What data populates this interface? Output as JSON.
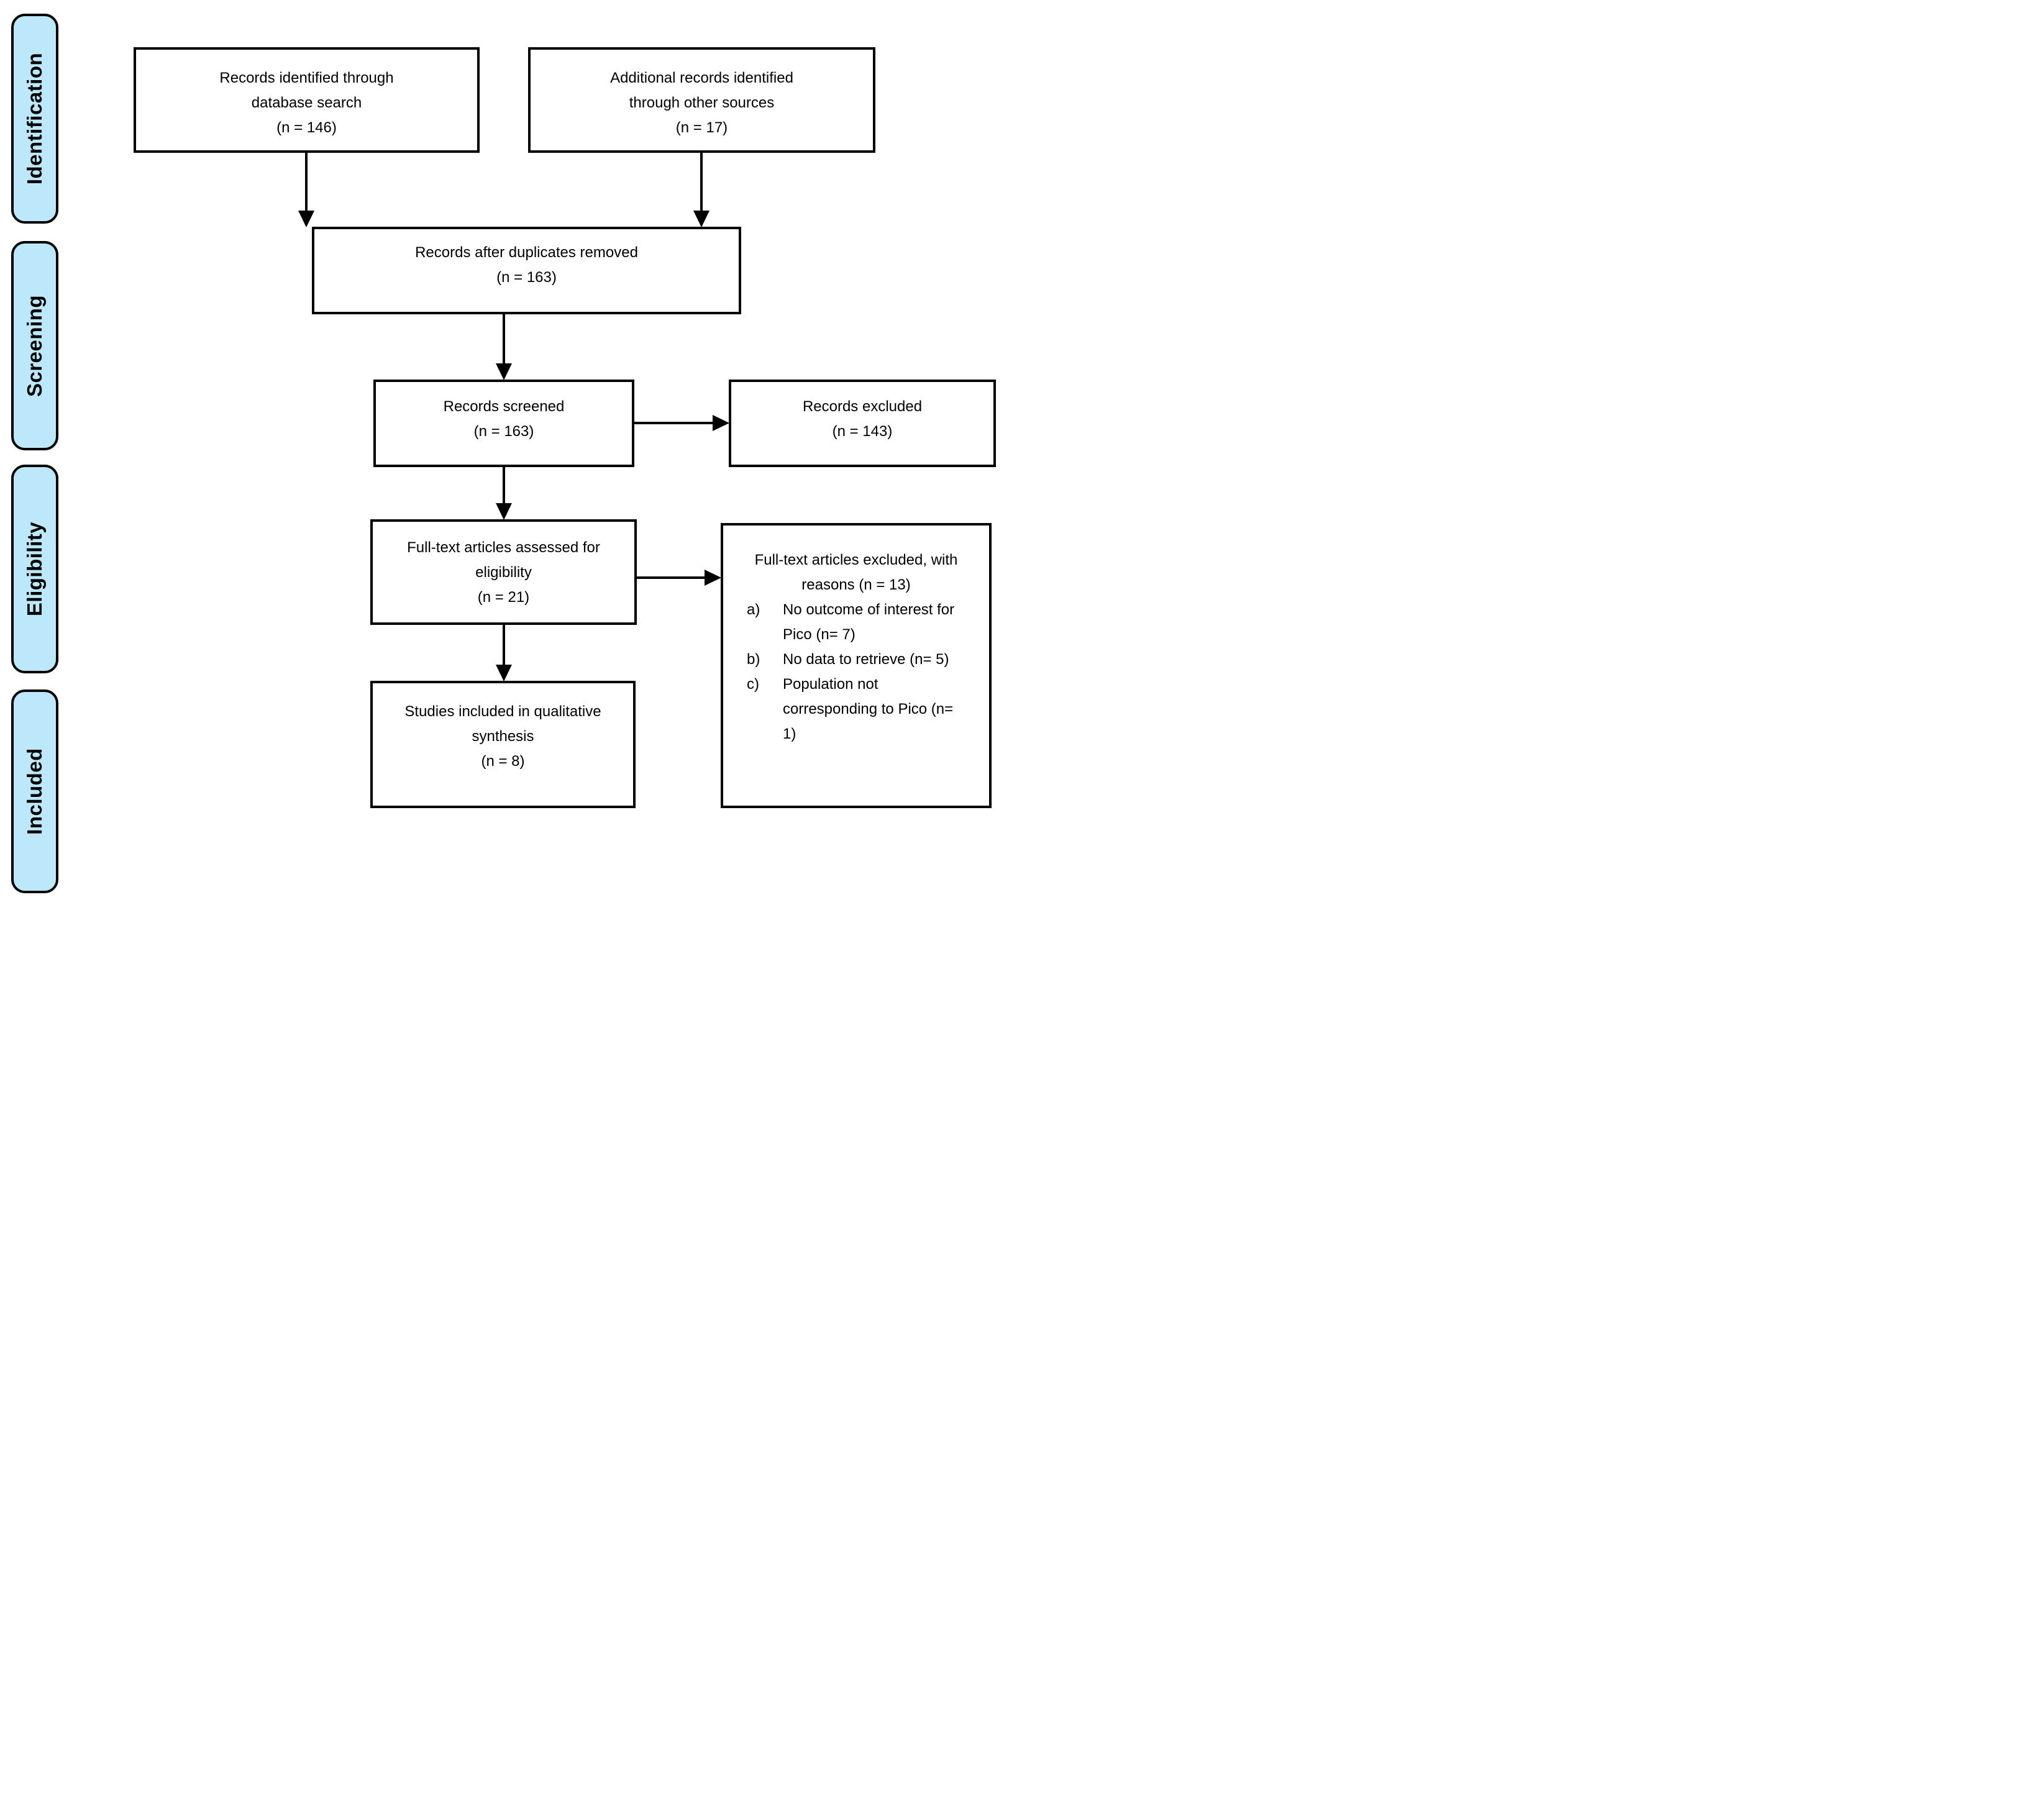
{
  "diagram": {
    "kind": "PRISMA flow diagram",
    "colors": {
      "phase_fill": "#BDE8FB",
      "border": "#000000",
      "background": "#FFFFFF",
      "text": "#000000"
    }
  },
  "sidebar": {
    "items": [
      {
        "label": "Identification"
      },
      {
        "label": "Screening"
      },
      {
        "label": "Eligibility"
      },
      {
        "label": "Included"
      }
    ]
  },
  "boxes": {
    "identified": {
      "lines": [
        "Records identified through",
        "database search",
        "(n = 146)"
      ]
    },
    "additional": {
      "lines": [
        "Additional records identified",
        "through other sources",
        "(n = 17)"
      ]
    },
    "duplicates": {
      "lines": [
        "Records after duplicates removed",
        "(n = 163)"
      ]
    },
    "screened": {
      "lines": [
        "Records screened",
        "(n = 163)"
      ]
    },
    "excluded": {
      "lines": [
        "Records excluded",
        "(n = 143)"
      ]
    },
    "fulltext": {
      "lines": [
        "Full-text articles assessed for",
        "eligibility",
        "(n = 21)"
      ]
    },
    "fulltext_excluded": {
      "header": [
        "Full-text articles excluded, with",
        "reasons (n = 13)"
      ],
      "reasons": [
        {
          "marker": "a)",
          "text": "No outcome of interest for Pico (n= 7)"
        },
        {
          "marker": "b)",
          "text": "No data to retrieve (n= 5)"
        },
        {
          "marker": "c)",
          "text": "Population not corresponding to Pico (n= 1)"
        }
      ]
    },
    "included_studies": {
      "lines": [
        "Studies included in qualitative",
        "synthesis",
        "(n = 8)"
      ]
    }
  }
}
